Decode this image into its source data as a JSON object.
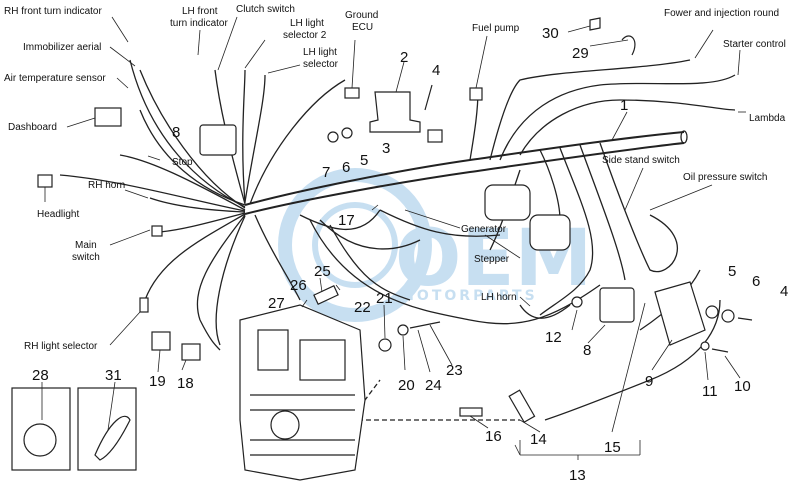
{
  "labels": {
    "rh_front_turn_indicator": "RH front turn indicator",
    "immobilizer_aerial": "Immobilizer aerial",
    "air_temperature_sensor": "Air temperature sensor",
    "dashboard": "Dashboard",
    "headlight": "Headlight",
    "rh_horn": "RH horn",
    "main_switch_1": "Main",
    "main_switch_2": "switch",
    "rh_light_selector": "RH light selector",
    "lh_front_turn_indicator_1": "LH front",
    "lh_front_turn_indicator_2": "turn indicator",
    "clutch_switch": "Clutch switch",
    "lh_light_selector_2_a": "LH light",
    "lh_light_selector_2_b": "selector 2",
    "lh_light_selector_a": "LH light",
    "lh_light_selector_b": "selector",
    "ground_ecu_1": "Ground",
    "ground_ecu_2": "ECU",
    "stop": "Stop",
    "fuel_pump": "Fuel pump",
    "power_injection_round": "Fower and injection round",
    "starter_control": "Starter control",
    "lambda": "Lambda",
    "side_stand_switch": "Side stand switch",
    "oil_pressure_switch": "Oil pressure switch",
    "generator": "Generator",
    "stepper": "Stepper",
    "lh_horn": "LH horn"
  },
  "numbers": [
    "1",
    "2",
    "3",
    "4",
    "5",
    "6",
    "7",
    "8",
    "9",
    "10",
    "11",
    "12",
    "13",
    "14",
    "15",
    "16",
    "17",
    "18",
    "19",
    "20",
    "21",
    "22",
    "23",
    "24",
    "25",
    "26",
    "27",
    "28",
    "29",
    "30",
    "31",
    "4",
    "5",
    "6",
    "8"
  ],
  "watermark": {
    "brand": "OEM",
    "tagline": "MOTORPARTS",
    "color": "#3b8fd0"
  },
  "colors": {
    "line": "#222222",
    "background": "#ffffff"
  }
}
